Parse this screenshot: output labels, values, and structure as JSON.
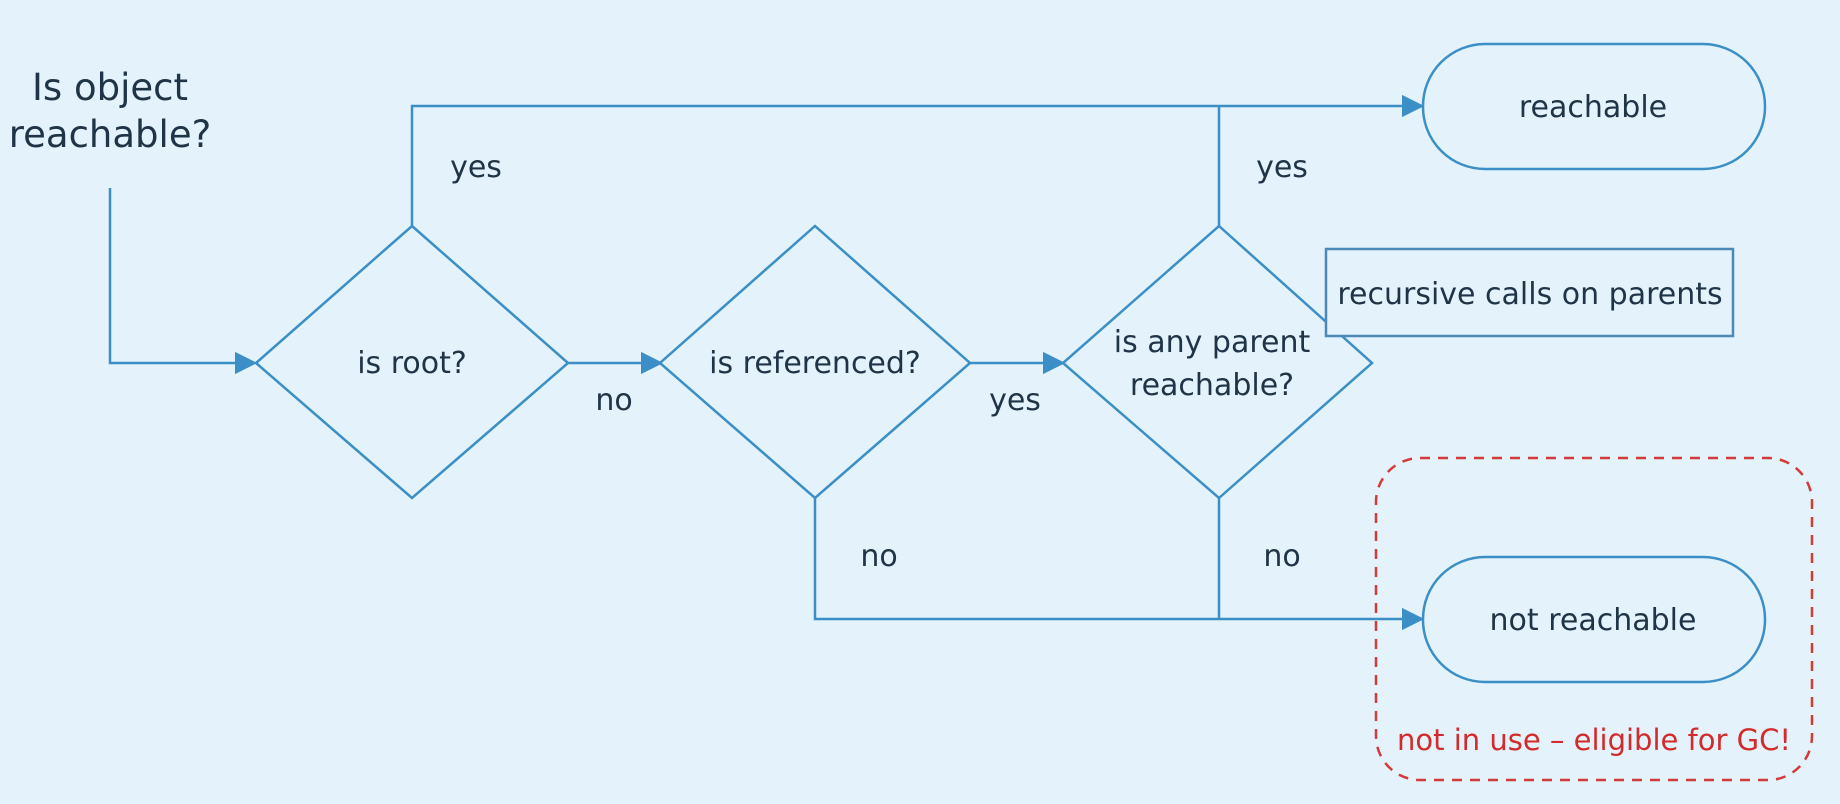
{
  "diagram": {
    "title_line1": "Is object",
    "title_line2": "reachable?",
    "nodes": {
      "is_root": "is root?",
      "is_referenced": "is referenced?",
      "any_parent_line1": "is any parent",
      "any_parent_line2": "reachable?",
      "reachable": "reachable",
      "not_reachable": "not reachable"
    },
    "callout": "recursive calls on parents",
    "edges": {
      "root_yes": "yes",
      "root_no": "no",
      "referenced_yes": "yes",
      "referenced_no": "no",
      "parent_yes": "yes",
      "parent_no": "no"
    },
    "gc_note": "not in use – eligible for GC!",
    "colors": {
      "background": "#e3f2fb",
      "line": "#3b8fc6",
      "text": "#1f3446",
      "gc_highlight": "#d32b2b"
    }
  }
}
